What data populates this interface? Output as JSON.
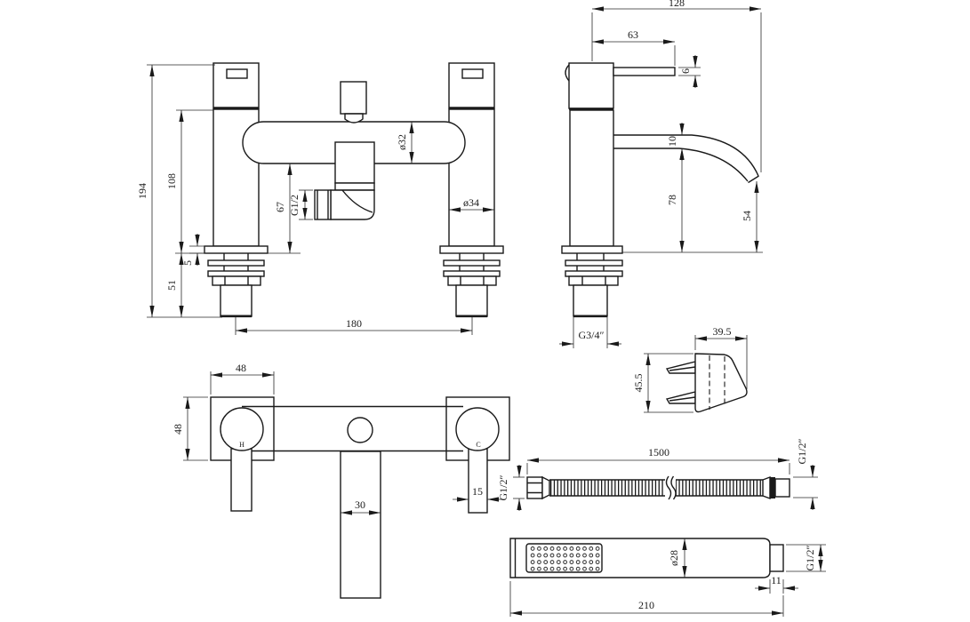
{
  "front": {
    "total_height": "194",
    "upper_height": "108",
    "outlet_height": "67",
    "outlet_thread": "G1/2",
    "plate_thickness": "5",
    "below_deck": "51",
    "inlet_centres": "180",
    "body_diameter": "ø32",
    "pillar_diameter": "ø34"
  },
  "side": {
    "overall_depth": "128",
    "lever_length": "63",
    "lever_thickness": "6",
    "spout_thickness": "10",
    "spout_height": "78",
    "spout_drop": "54",
    "inlet_thread": "G3/4″"
  },
  "bracket": {
    "width": "39.5",
    "height": "45.5"
  },
  "plan": {
    "plate_width": "48",
    "plate_height": "48",
    "spout_width": "30",
    "handle_width": "15",
    "hot_label": "H",
    "cold_label": "C"
  },
  "hose": {
    "length": "1500",
    "thread_left": "G1/2″",
    "thread_right": "G1/2″"
  },
  "handset": {
    "diameter": "ø28",
    "connector_length": "11",
    "length": "210",
    "thread": "G1/2″"
  },
  "colors": {
    "line": "#1a1a1a",
    "dimension": "#2a2a2a",
    "background": "#ffffff"
  }
}
